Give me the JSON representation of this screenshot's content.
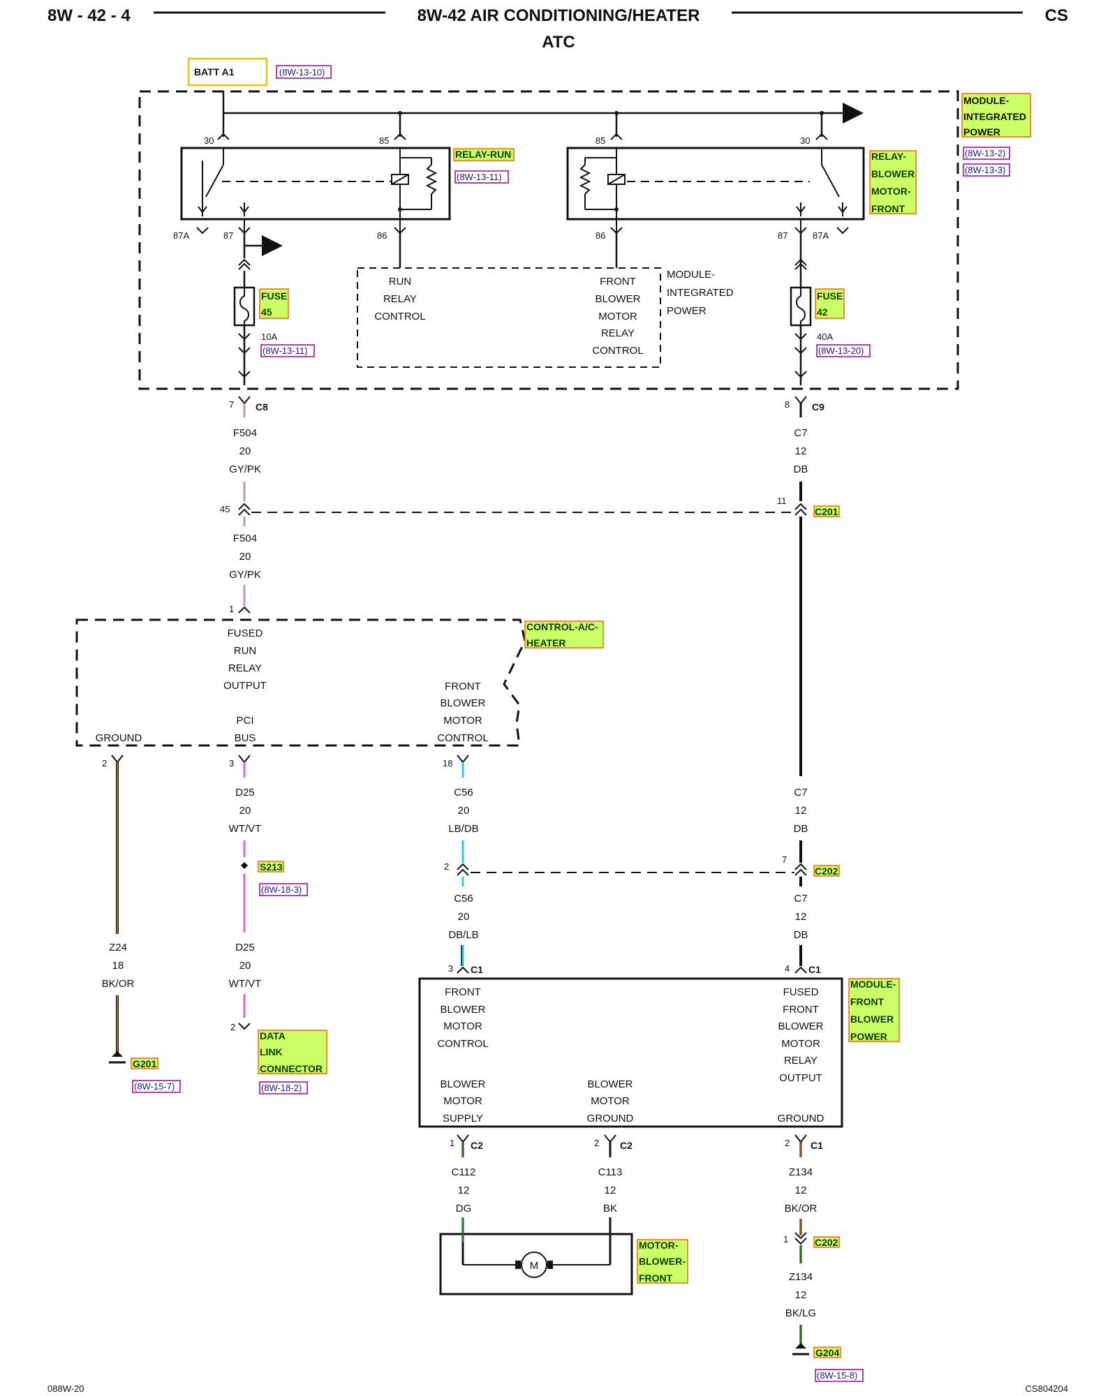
{
  "header": {
    "left": "8W - 42 - 4",
    "title": "8W-42 AIR CONDITIONING/HEATER",
    "right": "CS",
    "subtitle": "ATC"
  },
  "footer": {
    "left": "088W-20",
    "right": "CS804204"
  },
  "colors": {
    "highlight_fill": "#ccff66",
    "highlight_border": "#ff6600",
    "ref_border": "#a000a0",
    "batt_border": "#f2c200",
    "wire_pink": "#c89a9a",
    "wire_magenta": "#e060e0",
    "wire_cyan": "#30c8e0",
    "wire_orange": "#e08020",
    "wire_green": "#30b030",
    "wire_dark": "#111111"
  },
  "batt": {
    "label": "BATT A1",
    "ref": "(8W-13-10)"
  },
  "pim": {
    "name": [
      "MODULE-",
      "INTEGRATED",
      "POWER"
    ],
    "refs": [
      "(8W-13-2)",
      "(8W-13-3)"
    ],
    "inner_name": [
      "MODULE-",
      "INTEGRATED",
      "POWER"
    ]
  },
  "relay_run": {
    "name": "RELAY-RUN",
    "ref": "(8W-13-11)",
    "pins": {
      "p30": "30",
      "p85": "85",
      "p87a": "87A",
      "p87": "87",
      "p86": "86"
    }
  },
  "relay_blower": {
    "name": [
      "RELAY-",
      "BLOWER",
      "MOTOR-",
      "FRONT"
    ],
    "pins": {
      "p85": "85",
      "p30": "30",
      "p86": "86",
      "p87": "87",
      "p87a": "87A"
    }
  },
  "run_relay_ctrl": [
    "RUN",
    "RELAY",
    "CONTROL"
  ],
  "front_blower_ctrl": [
    "FRONT",
    "BLOWER",
    "MOTOR",
    "RELAY",
    "CONTROL"
  ],
  "fuse45": {
    "name": [
      "FUSE",
      "45"
    ],
    "rating": "10A",
    "ref": "(8W-13-11)"
  },
  "fuse42": {
    "name": [
      "FUSE",
      "42"
    ],
    "rating": "40A",
    "ref": "(8W-13-20)"
  },
  "c8": {
    "pin": "7",
    "name": "C8"
  },
  "c9": {
    "pin": "8",
    "name": "C9"
  },
  "wire_f504_a": [
    "F504",
    "20",
    "GY/PK"
  ],
  "wire_c7_a": [
    "C7",
    "12",
    "DB"
  ],
  "c201": {
    "pin_left": "45",
    "pin_right": "11",
    "name": "C201"
  },
  "wire_f504_b": [
    "F504",
    "20",
    "GY/PK"
  ],
  "ach": {
    "pin_in": "1",
    "name": [
      "CONTROL-A/C-",
      "HEATER"
    ],
    "fused": [
      "FUSED",
      "RUN",
      "RELAY",
      "OUTPUT"
    ],
    "front_ctrl": [
      "FRONT",
      "BLOWER",
      "MOTOR",
      "CONTROL"
    ],
    "ground": "GROUND",
    "pci": [
      "PCI",
      "BUS"
    ],
    "pin_gnd": "2",
    "pin_pci": "3",
    "pin_ctrl": "18"
  },
  "wire_z24": [
    "Z24",
    "18",
    "BK/OR"
  ],
  "wire_d25_a": [
    "D25",
    "20",
    "WT/VT"
  ],
  "s213": {
    "name": "S213",
    "ref": "(8W-18-3)"
  },
  "wire_d25_b": [
    "D25",
    "20",
    "WT/VT"
  ],
  "g201": {
    "name": "G201",
    "ref": "(8W-15-7)"
  },
  "dlc": {
    "pin": "2",
    "name": [
      "DATA",
      "LINK",
      "CONNECTOR"
    ],
    "ref": "(8W-18-2)"
  },
  "wire_c56_a": [
    "C56",
    "20",
    "LB/DB"
  ],
  "wire_c7_b": [
    "C7",
    "12",
    "DB"
  ],
  "c202": {
    "pin_left": "2",
    "pin_right": "7",
    "name": "C202"
  },
  "wire_c56_b": [
    "C56",
    "20",
    "DB/LB"
  ],
  "wire_c7_c": [
    "C7",
    "12",
    "DB"
  ],
  "fbm": {
    "name": [
      "MODULE-",
      "FRONT",
      "BLOWER",
      "POWER"
    ],
    "pin_ctrl": "3",
    "pin_fused": "4",
    "conn_c1": "C1",
    "front_ctrl": [
      "FRONT",
      "BLOWER",
      "MOTOR",
      "CONTROL"
    ],
    "fused_out": [
      "FUSED",
      "FRONT",
      "BLOWER",
      "MOTOR",
      "RELAY",
      "OUTPUT"
    ],
    "supply": [
      "BLOWER",
      "MOTOR",
      "SUPPLY"
    ],
    "bm_ground": [
      "BLOWER",
      "MOTOR",
      "GROUND"
    ],
    "ground": "GROUND",
    "pin_supply": "1",
    "pin_bmg": "2",
    "pin_gnd": "2",
    "conn_c2": "C2"
  },
  "wire_c112": [
    "C112",
    "12",
    "DG"
  ],
  "wire_c113": [
    "C113",
    "12",
    "BK"
  ],
  "wire_z134_a": [
    "Z134",
    "12",
    "BK/OR"
  ],
  "c202b": {
    "pin": "1",
    "name": "C202"
  },
  "wire_z134_b": [
    "Z134",
    "12",
    "BK/LG"
  ],
  "motor": {
    "name": [
      "MOTOR-",
      "BLOWER-",
      "FRONT"
    ],
    "symbol": "M"
  },
  "g204": {
    "name": "G204",
    "ref": "(8W-15-8)"
  }
}
